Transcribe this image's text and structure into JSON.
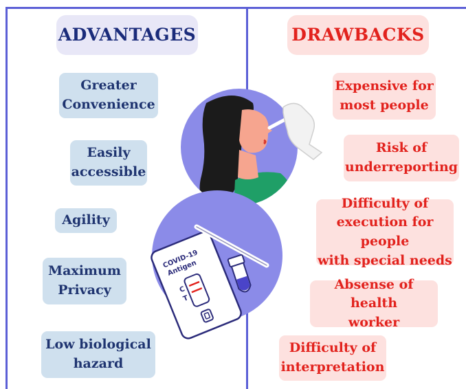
{
  "headers": {
    "advantages": "ADVANTAGES",
    "drawbacks": "DRAWBACKS"
  },
  "advantages": [
    {
      "line1": "Greater",
      "line2": "Convenience"
    },
    {
      "line1": "Easily",
      "line2": "accessible"
    },
    {
      "line1": "Agility",
      "line2": ""
    },
    {
      "line1": "Maximum",
      "line2": "Privacy"
    },
    {
      "line1": "Low biological",
      "line2": "hazard"
    }
  ],
  "drawbacks": [
    {
      "line1": "Expensive for",
      "line2": "most people",
      "line3": ""
    },
    {
      "line1": "Risk of",
      "line2": "underreporting",
      "line3": ""
    },
    {
      "line1": "Difficulty of",
      "line2": "execution for people",
      "line3": "with special needs"
    },
    {
      "line1": "Absense of health",
      "line2": "worker",
      "line3": ""
    },
    {
      "line1": "Difficulty of",
      "line2": "interpretation",
      "line3": ""
    }
  ],
  "illustration": {
    "test_label_line1": "COVID-19",
    "test_label_line2": "Antigen",
    "test_marker_c": "C",
    "test_marker_t": "T"
  },
  "colors": {
    "frame": "#5b5fd6",
    "circle": "#8b8be8",
    "adv_bg": "#cfe0ee",
    "adv_text": "#1f3470",
    "drw_bg": "#fde1df",
    "drw_text": "#e2221d"
  }
}
